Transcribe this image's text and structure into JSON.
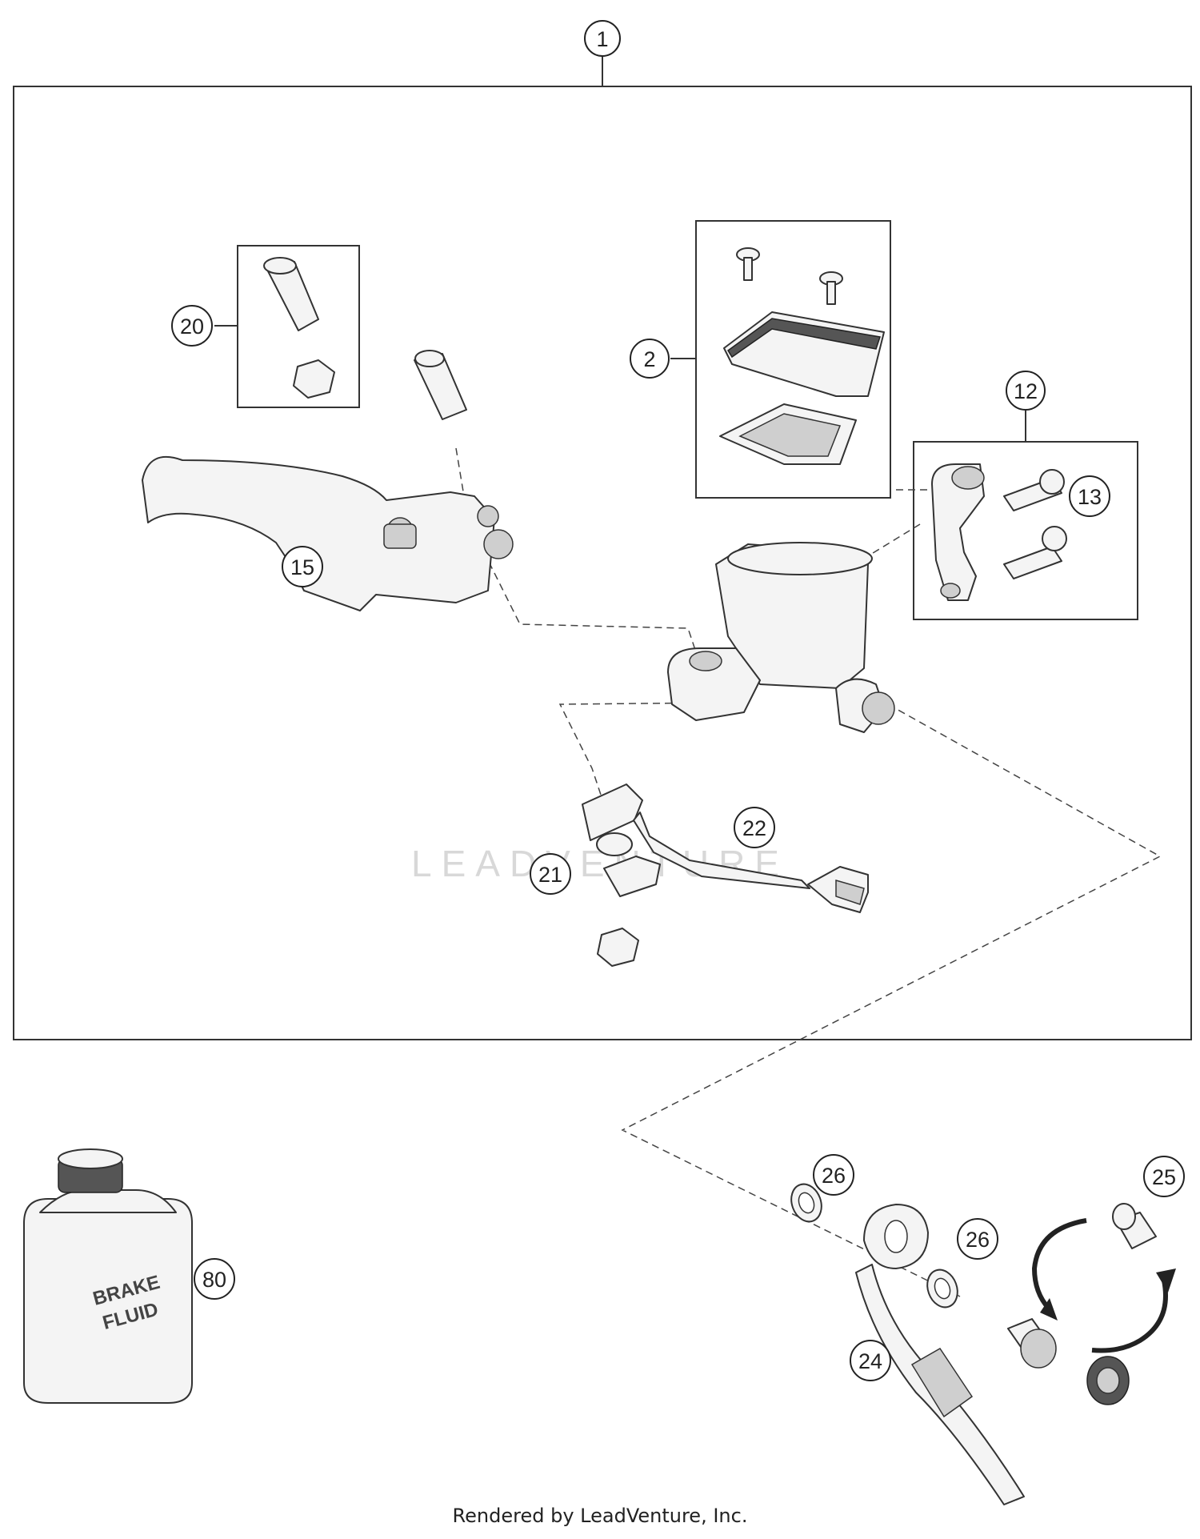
{
  "callouts": {
    "c1": "1",
    "c2": "2",
    "c12": "12",
    "c13": "13",
    "c15": "15",
    "c20": "20",
    "c21": "21",
    "c22": "22",
    "c24": "24",
    "c25": "25",
    "c26a": "26",
    "c26b": "26",
    "c80": "80"
  },
  "bottle": {
    "line1": "BRAKE",
    "line2": "FLUID"
  },
  "watermark": "LEADVENTURE",
  "footer": "Rendered by LeadVenture, Inc.",
  "colors": {
    "line": "#333333",
    "fill": "#f4f4f4",
    "dark": "#555555"
  }
}
